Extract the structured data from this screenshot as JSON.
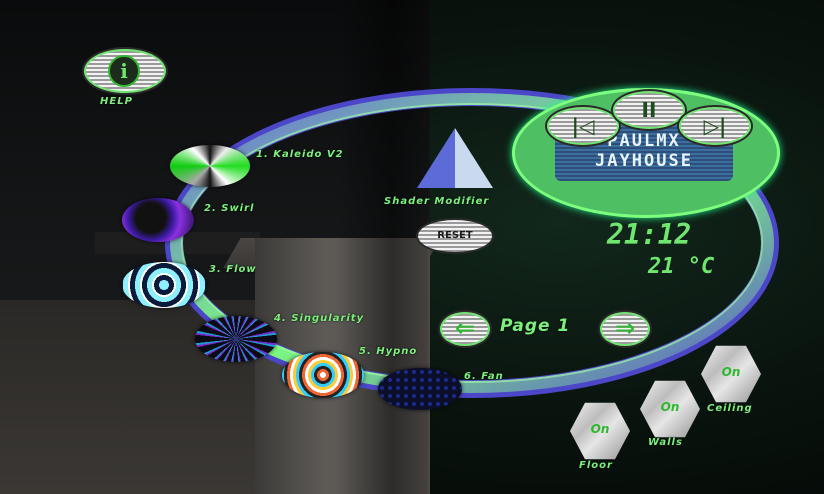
{
  "help": {
    "label": "HELP",
    "icon": "info-icon",
    "icon_glyph": "i"
  },
  "music": {
    "title_line1": "PAULMX",
    "title_line2": "JAYHOUSE",
    "prev_icon": "previous-track-icon",
    "prev_glyph": "|◁",
    "pause_icon": "pause-icon",
    "pause_glyph": "II",
    "next_icon": "next-track-icon",
    "next_glyph": "▷|"
  },
  "shader": {
    "label": "Shader Modifier",
    "reset_label": "RESET",
    "icon": "pyramid-icon"
  },
  "clock": {
    "time": "21:12",
    "temperature": "21 °C"
  },
  "pager": {
    "label": "Page 1",
    "prev_glyph": "⇐",
    "next_glyph": "⇒",
    "prev_icon": "arrow-left-icon",
    "next_icon": "arrow-right-icon"
  },
  "shaders": [
    {
      "label": "1. Kaleido V2"
    },
    {
      "label": "2. Swirl"
    },
    {
      "label": "3. Flow"
    },
    {
      "label": "4. Singularity"
    },
    {
      "label": "5. Hypno"
    },
    {
      "label": "6. Fan"
    }
  ],
  "lights": [
    {
      "state": "On",
      "label": "Ceiling"
    },
    {
      "state": "On",
      "label": "Walls"
    },
    {
      "state": "On",
      "label": "Floor"
    }
  ],
  "colors": {
    "accent": "#6fe66f",
    "ring_outer": "#5b55d6",
    "ring_inner": "#7dff7d"
  }
}
